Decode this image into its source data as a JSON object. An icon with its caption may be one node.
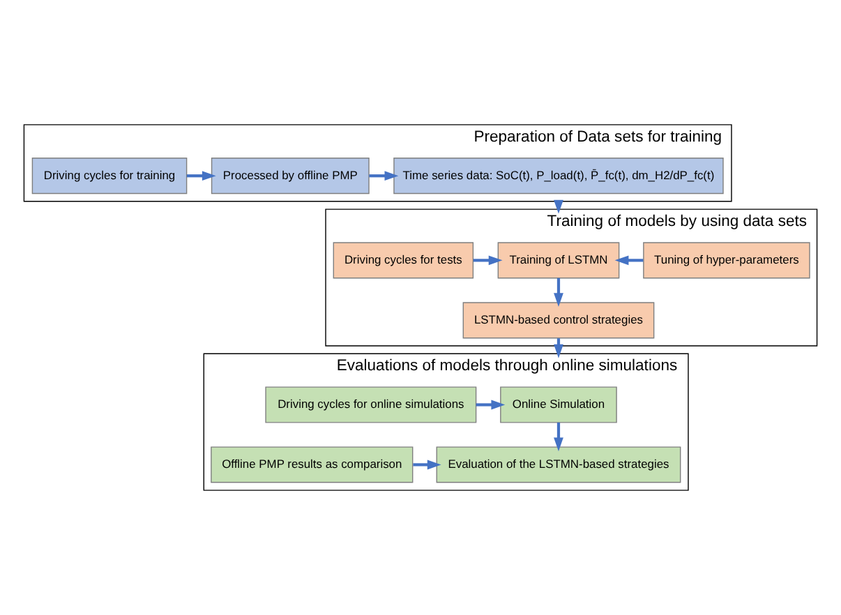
{
  "diagram": {
    "nodes": [
      {
        "text": [
          "Preparation of Data sets for training"
        ]
      },
      {
        "text": [
          "Driving cycles for training"
        ],
        "in": 0
      },
      {
        "text": [
          "Processed by offline PMP"
        ],
        "in": 0
      },
      {
        "text": [
          "Time series data: SoC(t), P_load(t), P̄_fc(t), dm_H2/dP_fc(t)"
        ],
        "in": 0
      },
      {
        "text": [
          "Training of models by using data sets"
        ]
      },
      {
        "text": [
          "Driving cycles for tests"
        ],
        "in": 4
      },
      {
        "text": [
          "Training of LSTMN"
        ],
        "in": 4
      },
      {
        "text": [
          "Tuning of hyper-parameters"
        ],
        "in": 4
      },
      {
        "text": [
          "LSTMN-based control strategies"
        ],
        "in": 4
      },
      {
        "text": [
          "Evaluations of models through online simulations"
        ]
      },
      {
        "text": [
          "Driving cycles for online simulations"
        ],
        "in": 9
      },
      {
        "text": [
          "Online Simulation"
        ],
        "in": 9
      },
      {
        "text": [
          "Offline PMP results as comparison"
        ],
        "in": 9
      },
      {
        "text": [
          "Evaluation of the LSTMN-based strategies"
        ],
        "in": 9
      }
    ],
    "edges": [
      {
        "from": 1,
        "to": 2,
        "arrow": "to"
      },
      {
        "from": 2,
        "to": 3,
        "arrow": "to"
      },
      {
        "from": 0,
        "to": 4,
        "arrow": "to"
      },
      {
        "from": 5,
        "to": 6,
        "arrow": "to"
      },
      {
        "from": 7,
        "to": 6,
        "arrow": "to"
      },
      {
        "from": 6,
        "to": 8,
        "arrow": "to"
      },
      {
        "from": 8,
        "to": 9,
        "arrow": "to"
      },
      {
        "from": 10,
        "to": 11,
        "arrow": "to"
      },
      {
        "from": 11,
        "to": 13,
        "arrow": "to"
      },
      {
        "from": 12,
        "to": 13,
        "arrow": "to"
      }
    ]
  }
}
